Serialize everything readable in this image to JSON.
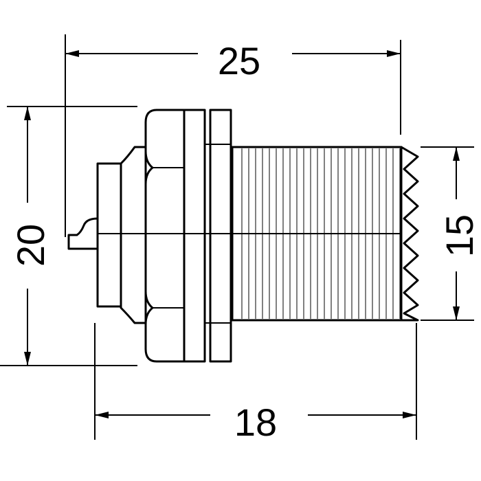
{
  "dimensions": {
    "overall_length": "25",
    "overall_height": "20",
    "thread_diameter": "15",
    "body_length": "18"
  },
  "colors": {
    "line": "#000000",
    "background": "#ffffff"
  }
}
